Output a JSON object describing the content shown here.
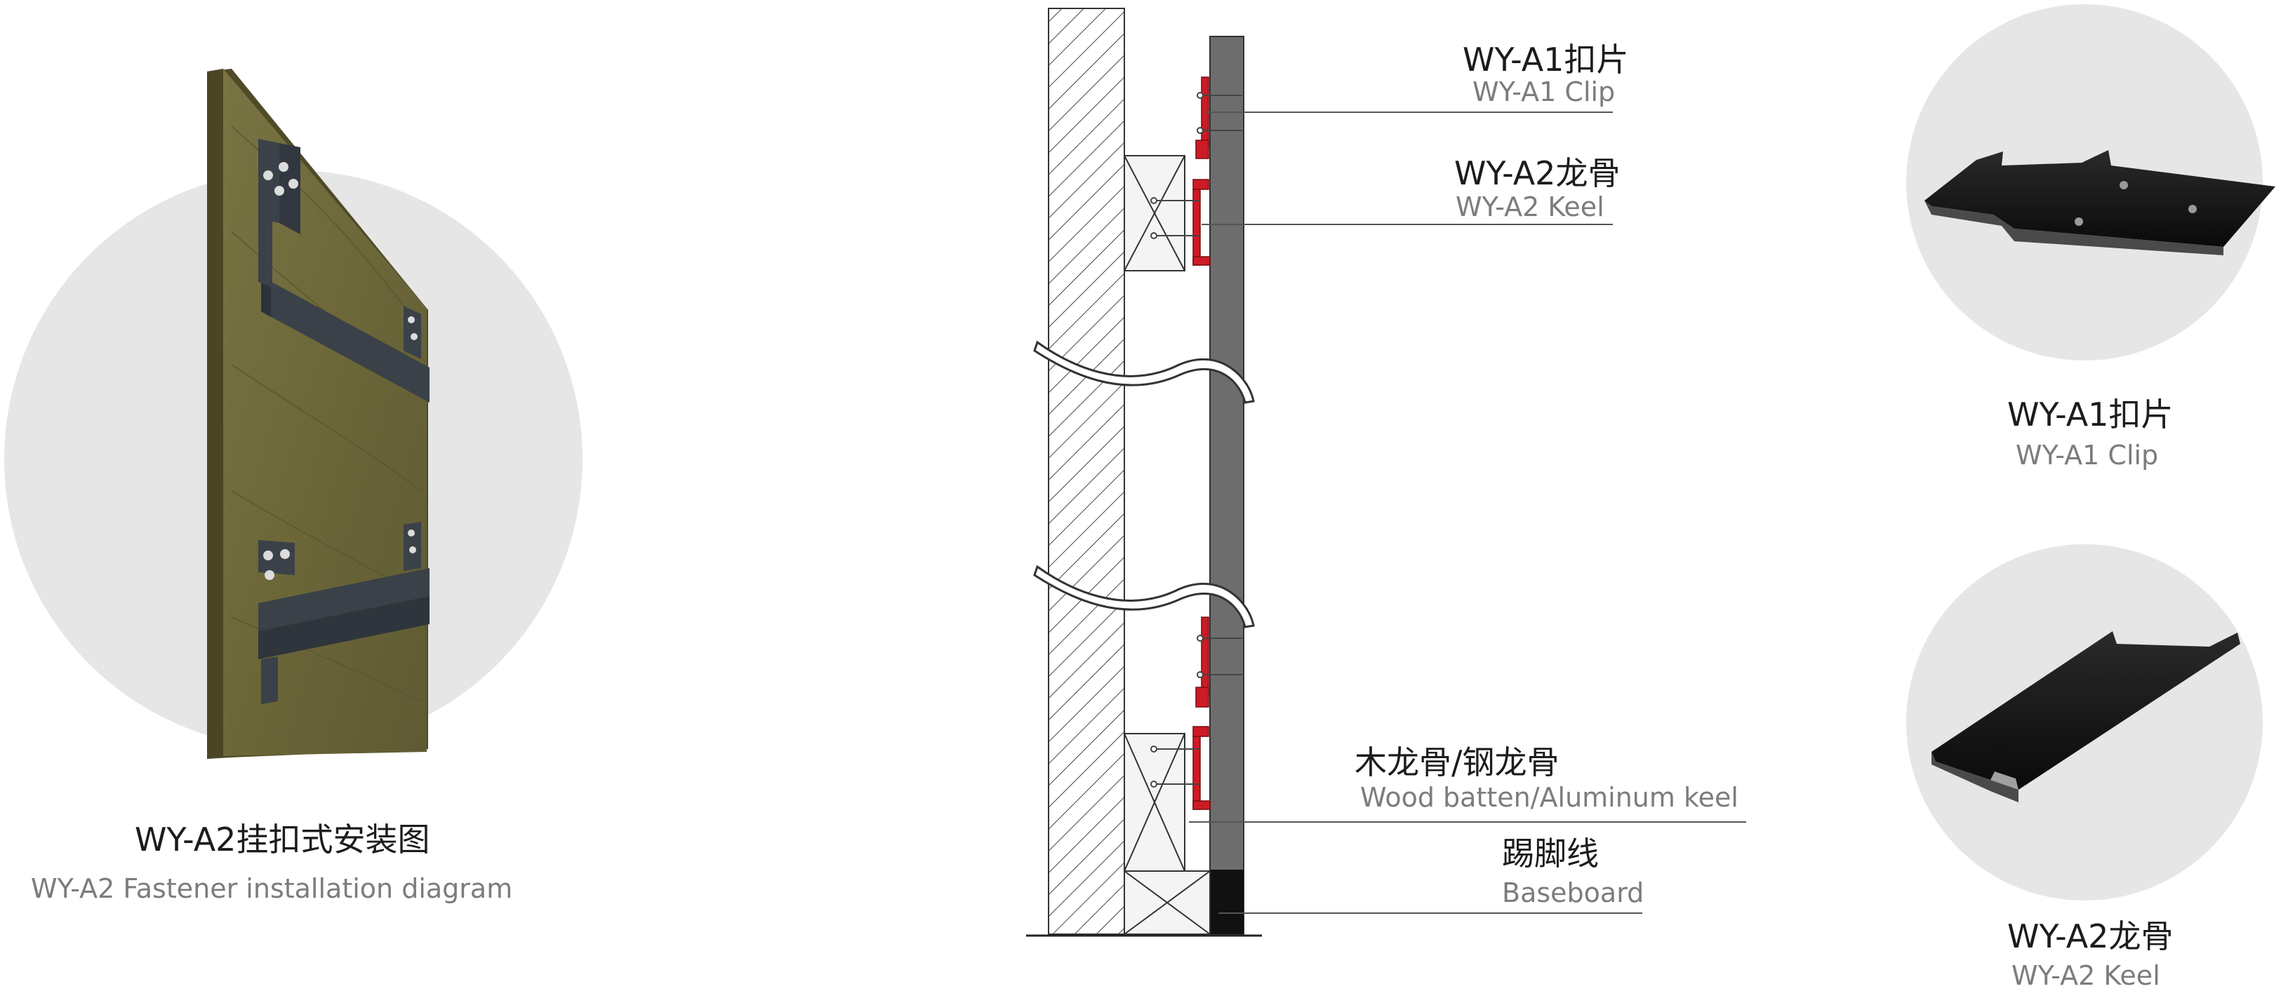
{
  "install": {
    "title_cn": "WY-A2挂扣式安装图",
    "title_en": "WY-A2 Fastener installation diagram"
  },
  "callouts": {
    "clip_cn": "WY-A1扣片",
    "clip_en": "WY-A1 Clip",
    "keel_cn": "WY-A2龙骨",
    "keel_en": "WY-A2 Keel",
    "batten_cn": "木龙骨/钢龙骨",
    "batten_en": "Wood batten/Aluminum keel",
    "baseboard_cn": "踢脚线",
    "baseboard_en": "Baseboard"
  },
  "products": {
    "clip_cn": "WY-A1扣片",
    "clip_en": "WY-A1 Clip",
    "keel_cn": "WY-A2龙骨",
    "keel_en": "WY-A2 Keel"
  },
  "colors": {
    "circle": "#e6e6e6",
    "wood": "#6e6a3c",
    "bracket": "#3a4148",
    "panel": "#6d6d6d",
    "fastener_red": "#cc1b25",
    "profile_black": "#141414"
  }
}
